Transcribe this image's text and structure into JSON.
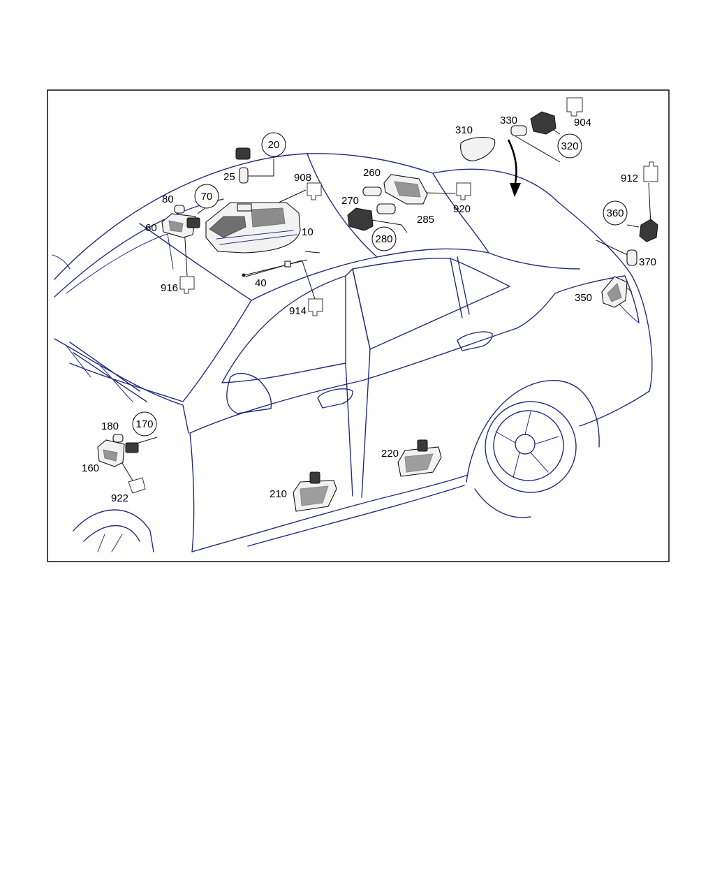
{
  "labels": {
    "p10": "10",
    "p20": "20",
    "p25": "25",
    "p40": "40",
    "p60": "60",
    "p70": "70",
    "p80": "80",
    "p160": "160",
    "p170": "170",
    "p180": "180",
    "p210": "210",
    "p220": "220",
    "p260": "260",
    "p270": "270",
    "p280": "280",
    "p285": "285",
    "p310": "310",
    "p320": "320",
    "p330": "330",
    "p350": "350",
    "p360": "360",
    "p370": "370",
    "p904": "904",
    "p908": "908",
    "p912": "912",
    "p914": "914",
    "p916": "916",
    "p920": "920",
    "p922": "922"
  },
  "circled": [
    "20",
    "70",
    "170",
    "280",
    "320",
    "360"
  ],
  "colors": {
    "line_art": "#232d80",
    "frame": "#1a1a1a",
    "background": "#ffffff"
  }
}
